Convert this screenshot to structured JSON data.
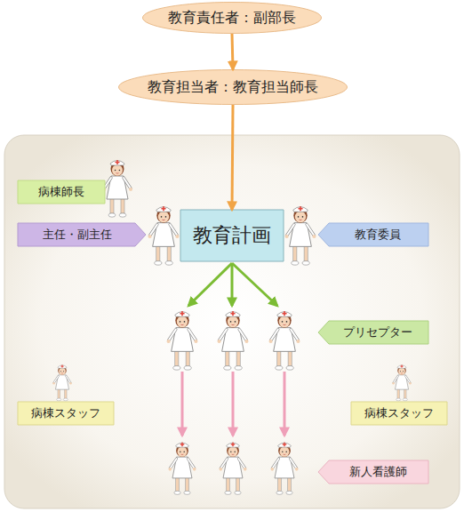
{
  "diagram": {
    "nodes": [
      {
        "text": [
          "教育責任者：副部長"
        ]
      },
      {
        "text": [
          "教育担当者：教育担当師長"
        ]
      },
      {
        "text": [
          "病棟師長"
        ]
      },
      {
        "text": [
          "主任・副主任"
        ]
      },
      {
        "text": [
          "教育計画"
        ]
      },
      {
        "text": [
          "教育委員"
        ]
      },
      {
        "text": [
          "プリセプター"
        ]
      },
      {
        "text": [
          "病棟スタッフ"
        ]
      },
      {
        "text": [
          "病棟スタッフ"
        ]
      },
      {
        "text": [
          "新人看護師"
        ]
      }
    ],
    "edges": [
      {
        "from": 0,
        "to": 1,
        "arrow": "to"
      },
      {
        "from": 1,
        "to": 4,
        "arrow": "to"
      }
    ]
  }
}
